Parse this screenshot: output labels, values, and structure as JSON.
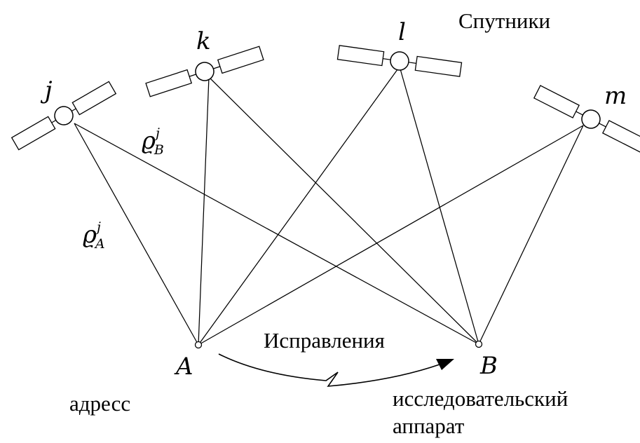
{
  "title": "Спутники",
  "satellites": [
    {
      "id": "j",
      "label": "j"
    },
    {
      "id": "k",
      "label": "k"
    },
    {
      "id": "l",
      "label": "l"
    },
    {
      "id": "m",
      "label": "m"
    }
  ],
  "stations": [
    {
      "id": "A",
      "label": "A",
      "caption": "адресс"
    },
    {
      "id": "B",
      "label": "B",
      "caption_line1": "исследовательский",
      "caption_line2": "аппарат"
    }
  ],
  "ranges": [
    {
      "symbol": "ϱ",
      "sup": "j",
      "sub": "B"
    },
    {
      "symbol": "ϱ",
      "sup": "j",
      "sub": "A"
    }
  ],
  "arrow_label": "Исправления"
}
